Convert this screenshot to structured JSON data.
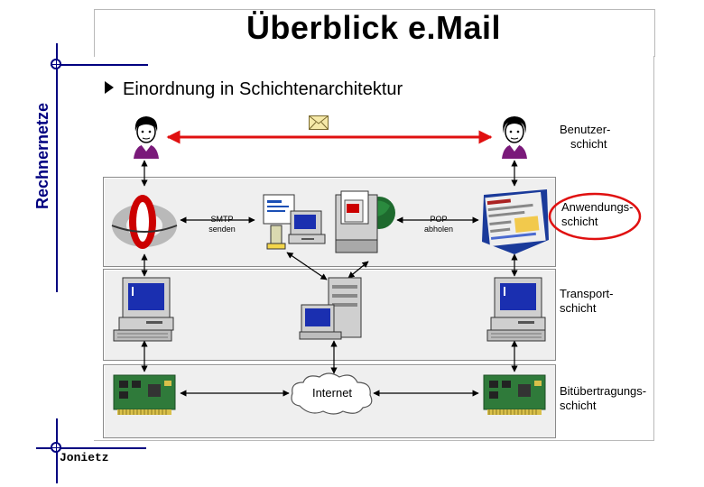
{
  "slide": {
    "title": "Überblick e.Mail",
    "side_label": "Rechnernetze",
    "bullet": "Einordnung in Schichtenarchitektur",
    "footer": "Jonietz"
  },
  "labels": {
    "smtp": "SMTP",
    "smtp_sub": "senden",
    "pop": "POP",
    "pop_sub": "abholen",
    "internet": "Internet"
  },
  "layers": [
    {
      "line1": "Benutzer-",
      "line2": "schicht"
    },
    {
      "line1": "Anwendungs-",
      "line2": "schicht"
    },
    {
      "line1": "Transport-",
      "line2": "schicht"
    },
    {
      "line1": "Bitübertragungs-",
      "line2": "schicht"
    }
  ],
  "colors": {
    "accent_navy": "#000080",
    "highlight_red": "#e01010"
  }
}
